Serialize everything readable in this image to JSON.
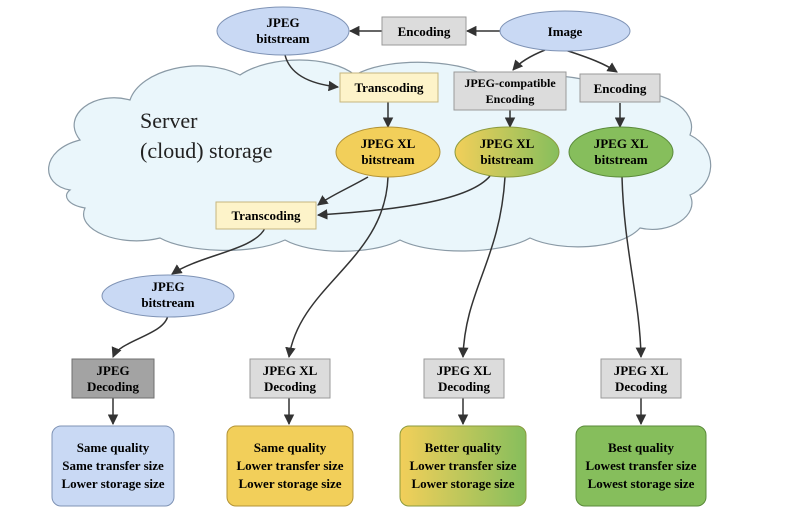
{
  "cloud": {
    "title_line1": "Server",
    "title_line2": "(cloud) storage"
  },
  "nodes": {
    "jpeg_bitstream_top": [
      "JPEG",
      "bitstream"
    ],
    "encoding_top": [
      "Encoding"
    ],
    "image": [
      "Image"
    ],
    "transcoding_top": [
      "Transcoding"
    ],
    "jpeg_compatible_encoding": [
      "JPEG-compatible",
      "Encoding"
    ],
    "encoding_right": [
      "Encoding"
    ],
    "jxl_bitstream_1": [
      "JPEG XL",
      "bitstream"
    ],
    "jxl_bitstream_2": [
      "JPEG XL",
      "bitstream"
    ],
    "jxl_bitstream_3": [
      "JPEG XL",
      "bitstream"
    ],
    "transcoding_mid": [
      "Transcoding"
    ],
    "jpeg_bitstream_bottom": [
      "JPEG",
      "bitstream"
    ],
    "jpeg_decoding": [
      "JPEG",
      "Decoding"
    ],
    "jxl_decoding_1": [
      "JPEG XL",
      "Decoding"
    ],
    "jxl_decoding_2": [
      "JPEG XL",
      "Decoding"
    ],
    "jxl_decoding_3": [
      "JPEG XL",
      "Decoding"
    ]
  },
  "outcomes": [
    [
      "Same quality",
      "Same transfer size",
      "Lower storage size"
    ],
    [
      "Same quality",
      "Lower transfer size",
      "Lower storage size"
    ],
    [
      "Better quality",
      "Lower transfer size",
      "Lower storage size"
    ],
    [
      "Best quality",
      "Lowest transfer size",
      "Lowest storage size"
    ]
  ],
  "colors": {
    "jpeg_blue": "#c9d9f4",
    "jxl_yellow": "#f2cf5a",
    "jxl_green": "#86be5c",
    "gray_box": "#dcdcdc",
    "dark_gray_box": "#a3a3a3",
    "cream_box": "#fdf3c9",
    "cloud_fill": "#eaf6fb"
  }
}
